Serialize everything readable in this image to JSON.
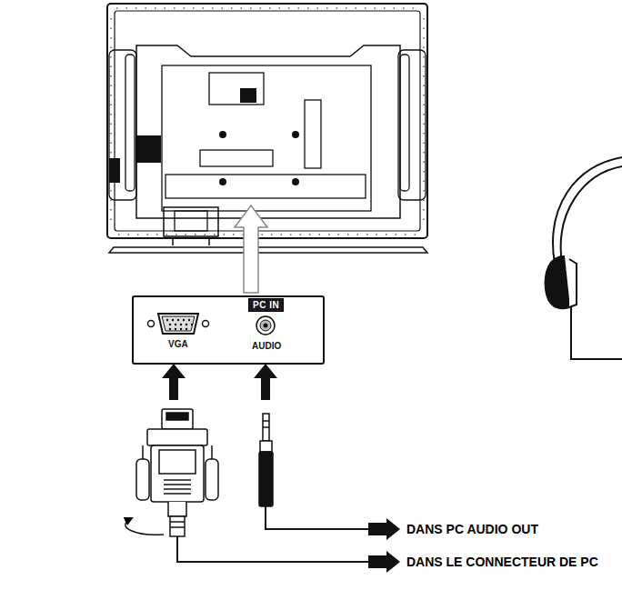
{
  "diagram": {
    "nodes": [
      {
        "text": [
          "PC IN",
          "VGA",
          "AUDIO"
        ]
      }
    ],
    "labels": [
      "DANS PC AUDIO OUT",
      "DANS LE CONNECTEUR DE PC"
    ]
  }
}
